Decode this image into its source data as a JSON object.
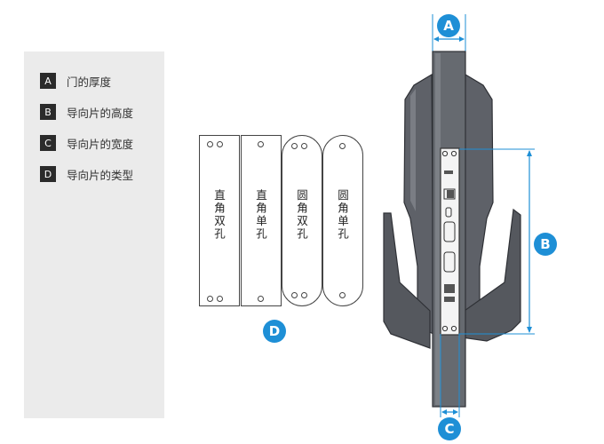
{
  "legend": [
    {
      "key": "A",
      "text": "门的厚度"
    },
    {
      "key": "B",
      "text": "导向片的高度"
    },
    {
      "key": "C",
      "text": "导向片的宽度"
    },
    {
      "key": "D",
      "text": "导向片的类型"
    }
  ],
  "plates": [
    {
      "label": "直角双孔",
      "shape": "square",
      "holes": "double"
    },
    {
      "label": "直角单孔",
      "shape": "square",
      "holes": "single"
    },
    {
      "label": "圆角双孔",
      "shape": "round",
      "holes": "double"
    },
    {
      "label": "圆角单孔",
      "shape": "round",
      "holes": "single"
    }
  ],
  "badges": {
    "a": "A",
    "b": "B",
    "c": "C",
    "d": "D"
  },
  "colors": {
    "accent": "#1e8fd6",
    "body": "#5a5d63",
    "panel": "#ebebeb"
  }
}
